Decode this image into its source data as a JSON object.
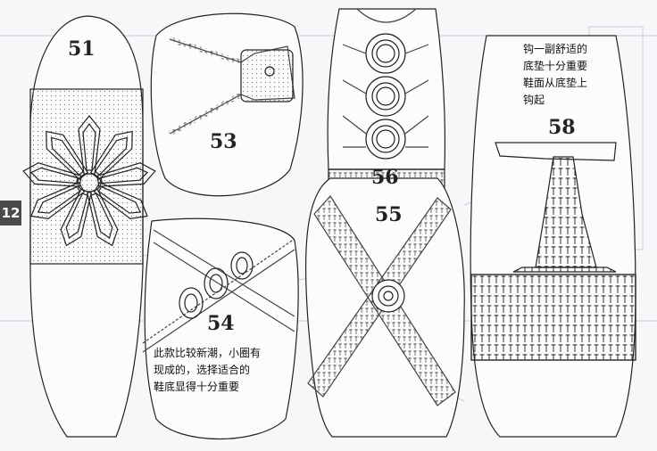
{
  "page": {
    "number_tab": "12"
  },
  "designs": [
    {
      "id": "51",
      "label": "51"
    },
    {
      "id": "53",
      "label": "53"
    },
    {
      "id": "54",
      "label": "54"
    },
    {
      "id": "56",
      "label": "56"
    },
    {
      "id": "55",
      "label": "55"
    },
    {
      "id": "58",
      "label": "58"
    }
  ],
  "notes": {
    "note_54": [
      "此款比较新潮，小圈有",
      "现成的，选择适合的",
      "鞋底显得十分重要"
    ],
    "note_58": [
      "钩一副舒适的",
      "底垫十分重要",
      "鞋面从底垫上",
      "钩起"
    ]
  }
}
